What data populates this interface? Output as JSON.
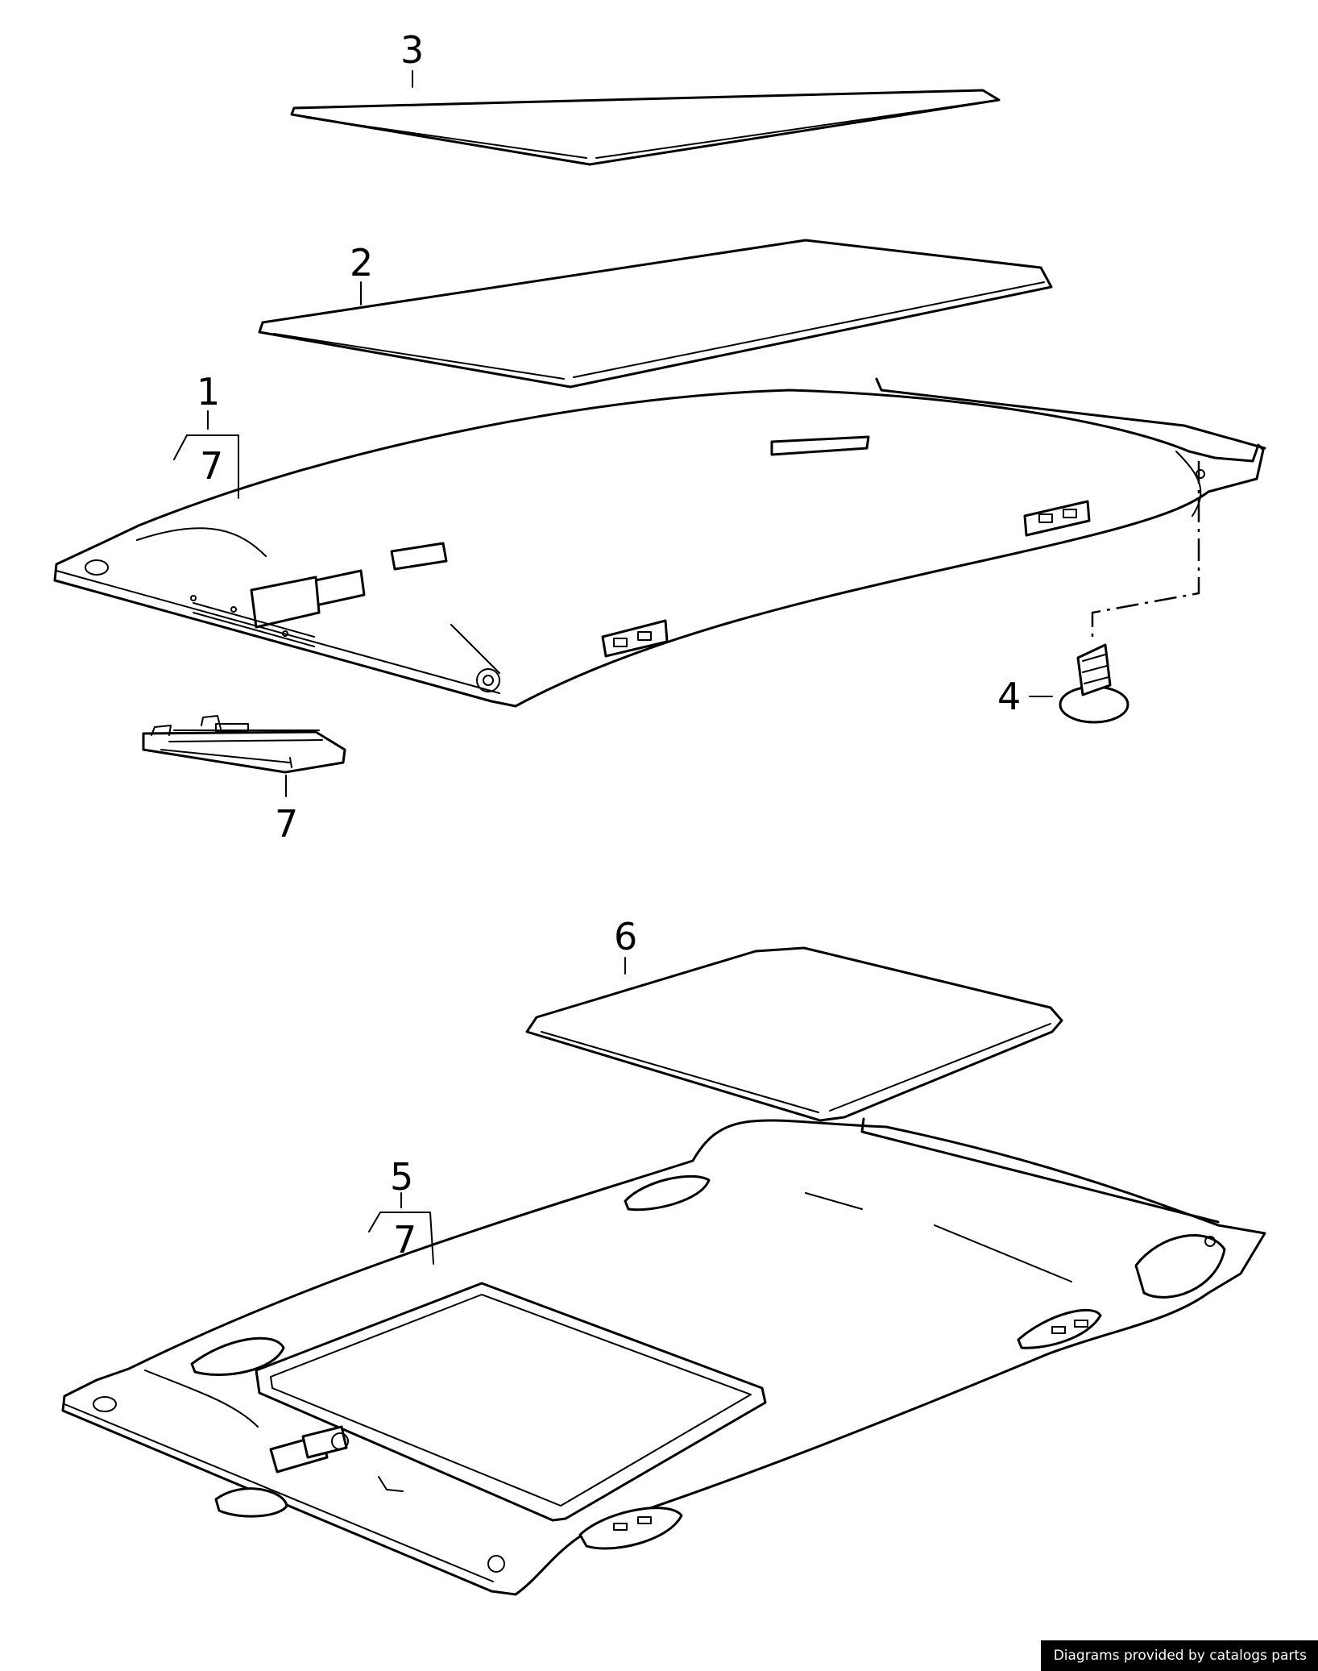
{
  "callouts": {
    "c1": "1",
    "c1_sub": "7",
    "c2": "2",
    "c3": "3",
    "c4": "4",
    "c5": "5",
    "c5_sub": "7",
    "c6": "6",
    "c7": "7"
  },
  "footer": {
    "credit": "Diagrams provided by catalogs parts"
  },
  "colors": {
    "line": "#000000",
    "background": "#ffffff",
    "credit_bg": "#000000",
    "credit_text": "#ffffff"
  }
}
